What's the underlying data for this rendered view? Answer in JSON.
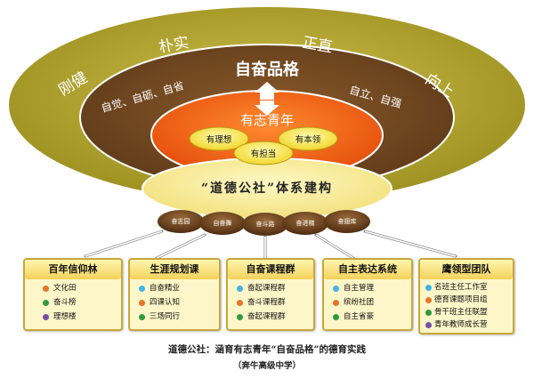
{
  "outer_words": [
    "刚健",
    "朴实",
    "正直",
    "向上"
  ],
  "middle": {
    "title": "自奋品格",
    "left_text": "自觉、自砺、自省",
    "right_text": "自立、自强"
  },
  "inner": {
    "title": "有志青年",
    "ovals": [
      "有理想",
      "有本领",
      "有担当"
    ]
  },
  "system": {
    "title": "“道德公社”体系建构",
    "nodes": [
      "奋志园",
      "自奋舞",
      "奋斗路",
      "奋进梯",
      "奋翅库"
    ]
  },
  "boxes": [
    {
      "title": "百年信仰林",
      "items": [
        {
          "label": "文化田",
          "color": "#e8742a"
        },
        {
          "label": "奋斗榜",
          "color": "#2e9a3c"
        },
        {
          "label": "理想楼",
          "color": "#7a4fa5"
        }
      ]
    },
    {
      "title": "生涯规划课",
      "items": [
        {
          "label": "自奋精业",
          "color": "#3fb4e6"
        },
        {
          "label": "四课认知",
          "color": "#e8742a"
        },
        {
          "label": "三场同行",
          "color": "#2e9a3c"
        }
      ]
    },
    {
      "title": "自奋课程群",
      "items": [
        {
          "label": "奋起课程群",
          "color": "#3fb4e6"
        },
        {
          "label": "奋斗课程群",
          "color": "#e8742a"
        },
        {
          "label": "奋起课程群",
          "color": "#2e9a3c"
        }
      ]
    },
    {
      "title": "自主表达系统",
      "items": [
        {
          "label": "自主管理",
          "color": "#3fb4e6"
        },
        {
          "label": "缤纷社团",
          "color": "#e8742a"
        },
        {
          "label": "自主省豪",
          "color": "#2e9a3c"
        }
      ]
    },
    {
      "title": "鹰领型团队",
      "items": [
        {
          "label": "名班主任工作室",
          "color": "#3fb4e6"
        },
        {
          "label": "德育课题项目组",
          "color": "#e8742a"
        },
        {
          "label": "骨干班主任联盟",
          "color": "#2e9a3c"
        },
        {
          "label": "青年教师成长营",
          "color": "#7a4fa5"
        }
      ]
    }
  ],
  "caption": {
    "line1": "道德公社：涵育有志青年“自奋品格”的德育实践",
    "line2": "（奔牛高级中学）"
  }
}
